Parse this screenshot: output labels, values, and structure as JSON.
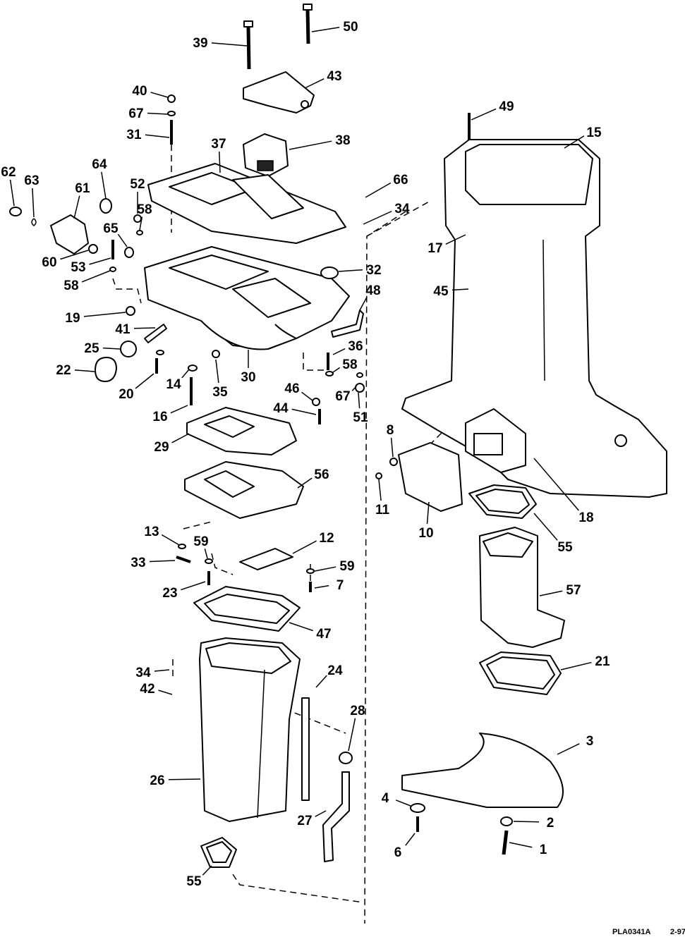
{
  "diagram": {
    "callouts": [
      "39",
      "50",
      "43",
      "40",
      "67",
      "31",
      "37",
      "38",
      "49",
      "15",
      "62",
      "63",
      "64",
      "61",
      "52",
      "58",
      "65",
      "60",
      "53",
      "58",
      "66",
      "34",
      "17",
      "32",
      "45",
      "48",
      "19",
      "41",
      "25",
      "22",
      "36",
      "30",
      "20",
      "14",
      "35",
      "58",
      "67",
      "46",
      "51",
      "44",
      "16",
      "8",
      "29",
      "56",
      "11",
      "10",
      "18",
      "13",
      "59",
      "12",
      "55",
      "33",
      "59",
      "57",
      "23",
      "7",
      "47",
      "21",
      "34",
      "24",
      "42",
      "28",
      "3",
      "26",
      "4",
      "2",
      "27",
      "6",
      "1",
      "55"
    ],
    "figure_code": "PLA0341A",
    "figure_date": "2-97"
  }
}
